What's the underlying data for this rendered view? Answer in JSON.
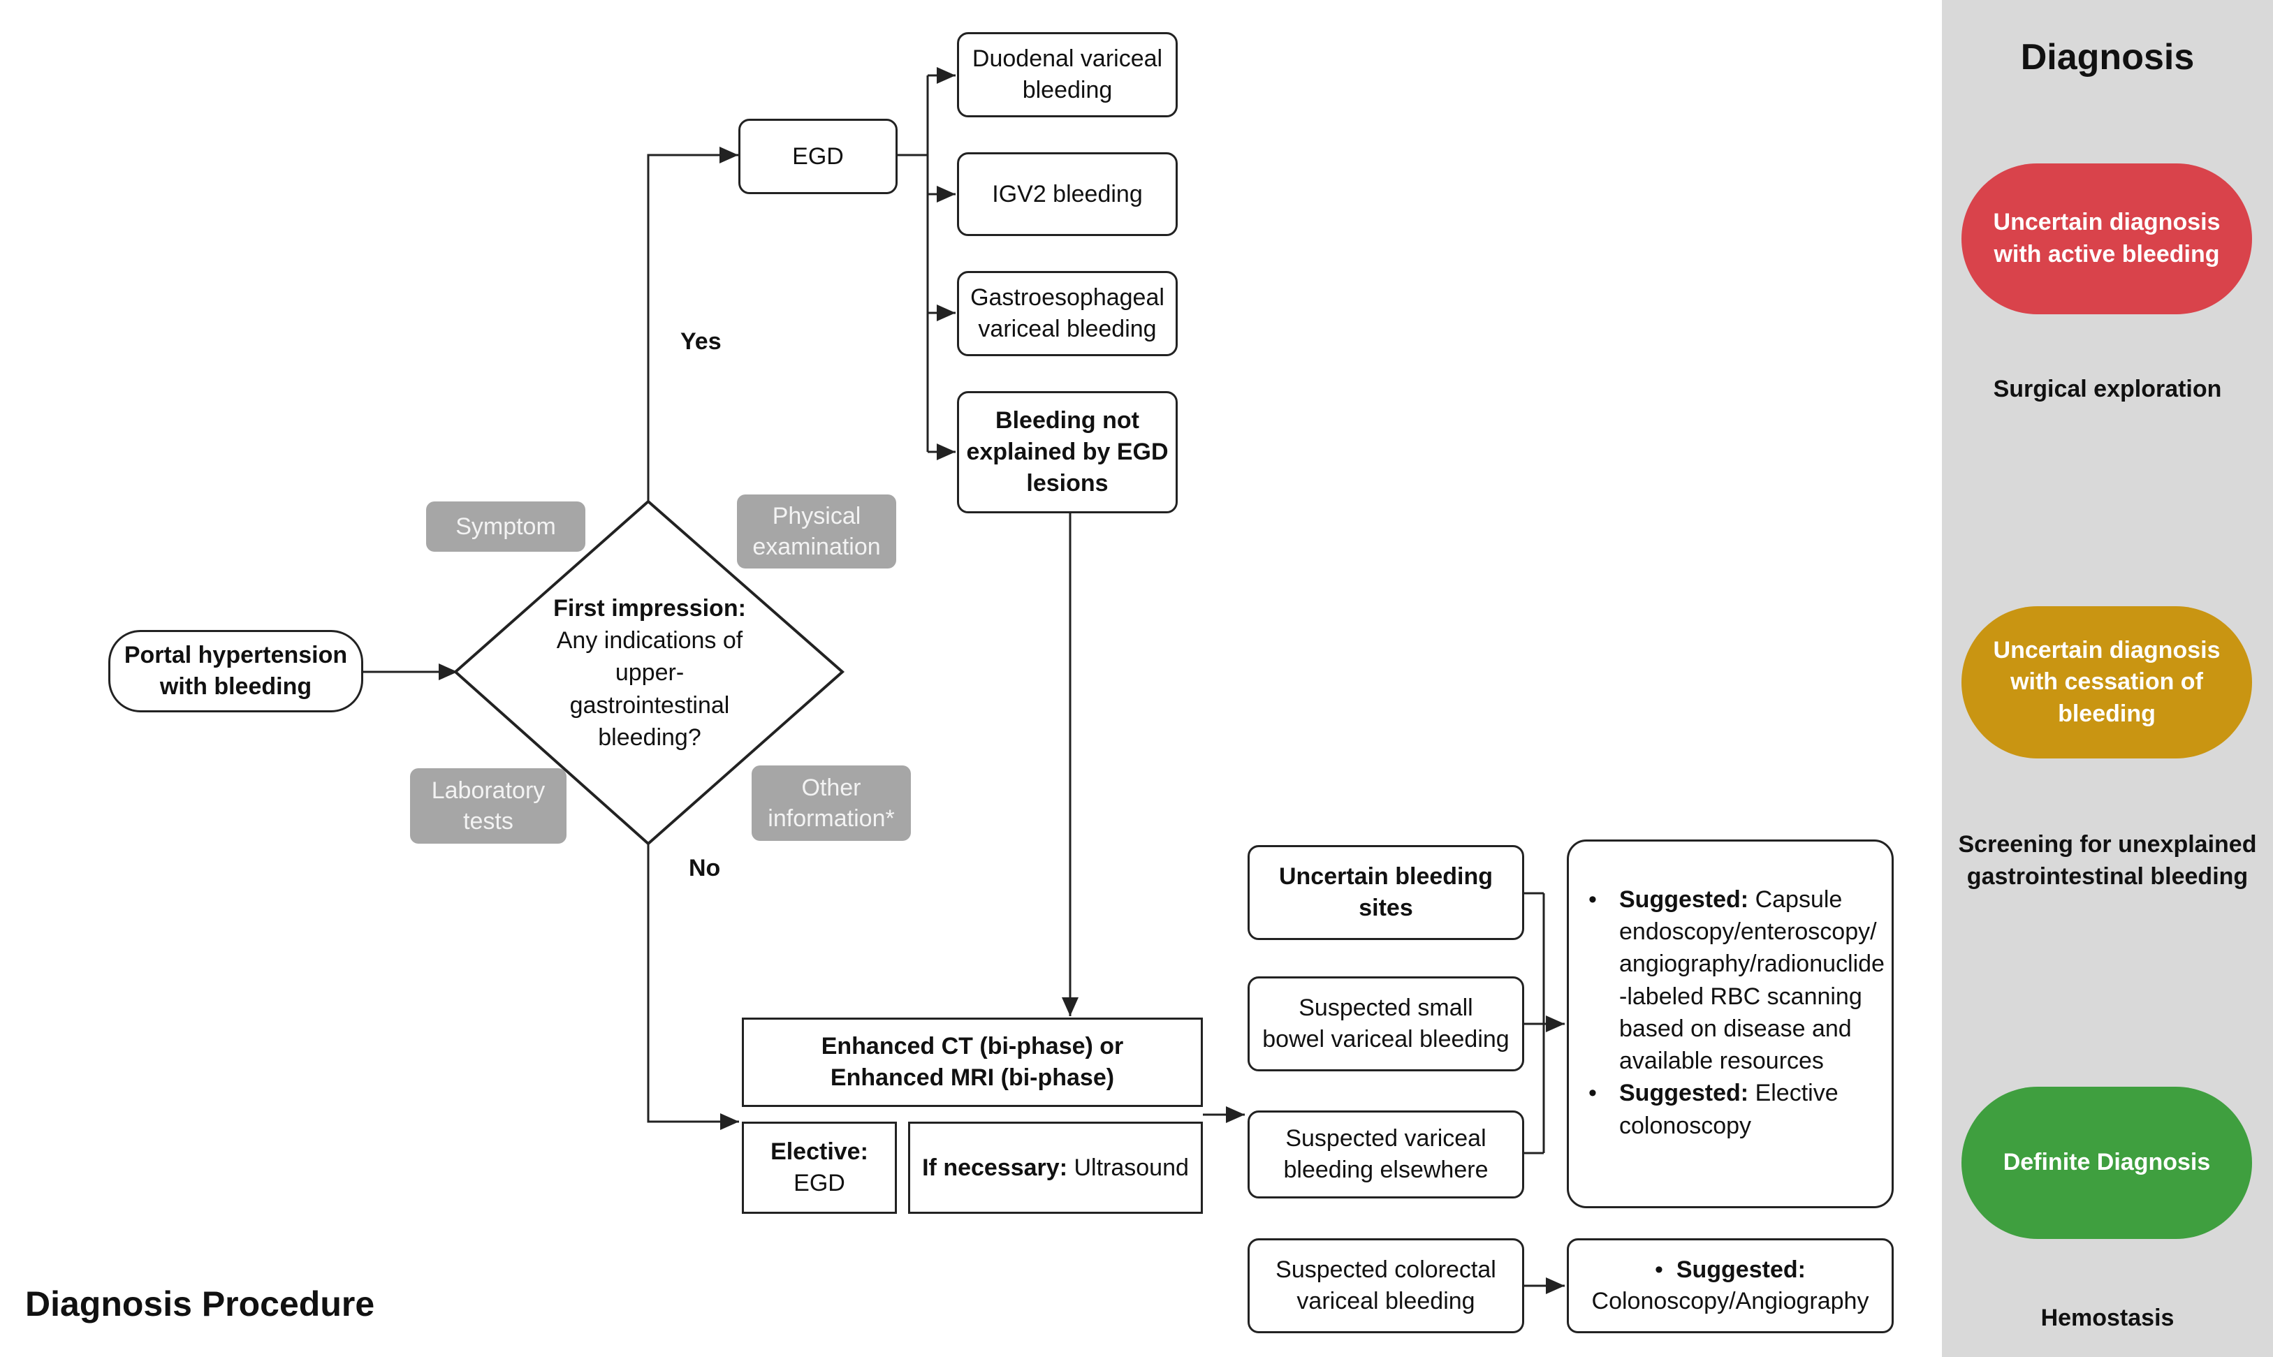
{
  "title": "Diagnosis Procedure",
  "start": {
    "label": "Portal hypertension\nwith bleeding"
  },
  "decision": {
    "lead": "First impression:",
    "question": "Any indications of\nupper-\ngastrointestinal\nbleeding?",
    "yes": "Yes",
    "no": "No"
  },
  "inputs": {
    "symptom": "Symptom",
    "physical": "Physical\nexamination",
    "laboratory": "Laboratory\ntests",
    "other": "Other\ninformation*"
  },
  "egd": {
    "label": "EGD",
    "outcomes": [
      "Duodenal variceal\nbleeding",
      "IGV2 bleeding",
      "Gastroesophageal\nvariceal bleeding",
      "Bleeding not\nexplained by EGD\nlesions"
    ]
  },
  "imaging": {
    "label": "Enhanced CT (bi-phase) or\nEnhanced MRI (bi-phase)",
    "elective_bold": "Elective:",
    "elective_text": "EGD",
    "necessary_bold": "If necessary:",
    "necessary_text": " Ultrasound"
  },
  "findings": [
    "Uncertain bleeding\nsites",
    "Suspected small\nbowel variceal bleeding",
    "Suspected variceal\nbleeding elsewhere",
    "Suspected colorectal\nvariceal bleeding"
  ],
  "suggestions": {
    "main": [
      {
        "bold": "Suggested:",
        "text": " Capsule endoscopy/enteroscopy/ angiography/radionuclide -labeled RBC scanning based on disease and available resources"
      },
      {
        "bold": "Suggested:",
        "text": " Elective colonoscopy"
      }
    ],
    "colorectal_bold": "Suggested:",
    "colorectal_text": "Colonoscopy/Angiography"
  },
  "diagnosis_panel": {
    "title": "Diagnosis",
    "items": [
      {
        "label": "Uncertain diagnosis\nwith active bleeding",
        "outcome": "Surgical exploration",
        "color": "#d9434b"
      },
      {
        "label": "Uncertain diagnosis\nwith cessation of\nbleeding",
        "outcome": "Screening for unexplained\ngastrointestinal bleeding",
        "color": "#c99512"
      },
      {
        "label": "Definite Diagnosis",
        "outcome": "Hemostasis",
        "color": "#3f9f3f"
      }
    ]
  }
}
